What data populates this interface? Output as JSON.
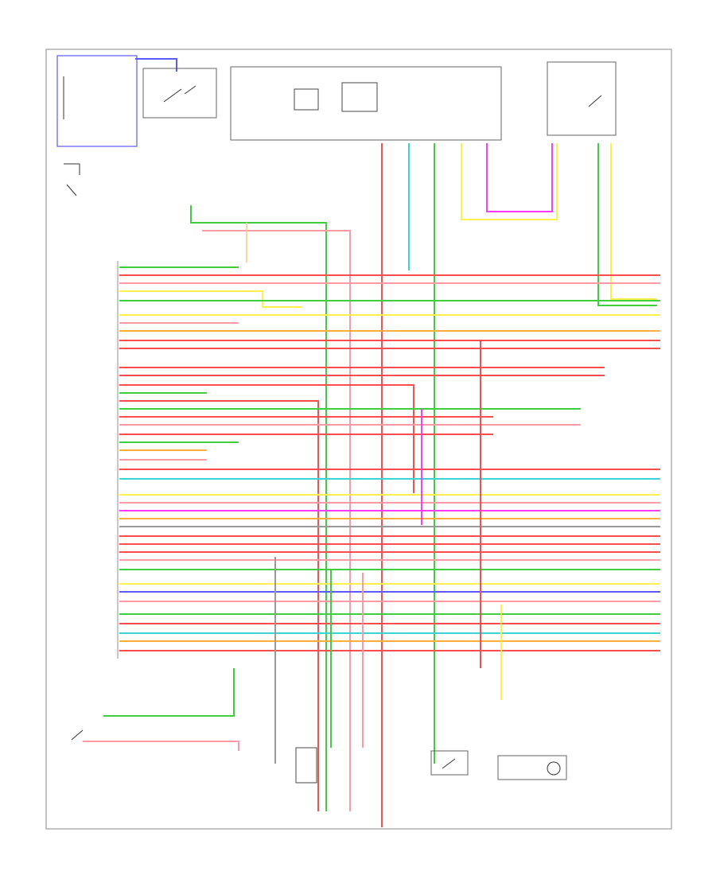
{
  "diagram": {
    "frame_label": "",
    "page_number": "",
    "colors": {
      "green": "#3ecf3e",
      "red": "#ff4d4d",
      "pink": "#ff9aa2",
      "yellow": "#ffef4a",
      "orange": "#ffae3a",
      "magenta": "#ff3bff",
      "cyan": "#3ad4d4",
      "blue": "#5a5aff",
      "gray": "#9a9a9a",
      "black": "#333333",
      "tan": "#ffd2a0"
    },
    "components": [
      {
        "id": "hot-at-all-times-fuse",
        "label": ""
      },
      {
        "id": "ignition-switch",
        "label": ""
      },
      {
        "id": "hot-in-run-fuses",
        "label": ""
      },
      {
        "id": "power-relay",
        "label": ""
      },
      {
        "id": "pcm-connector-left",
        "label": ""
      },
      {
        "id": "brake-pressure-switch",
        "label": ""
      },
      {
        "id": "ground-left",
        "label": ""
      },
      {
        "id": "ground-center",
        "label": ""
      },
      {
        "id": "fuel-pump-relay",
        "label": ""
      },
      {
        "id": "fuel-pump-motor",
        "label": ""
      },
      {
        "id": "shift-solenoid",
        "label": ""
      },
      {
        "id": "data-link-connector",
        "label": ""
      }
    ],
    "pcm_pins_left": [
      {
        "pin": "",
        "circuit": ""
      },
      {
        "pin": "",
        "circuit": ""
      },
      {
        "pin": "",
        "circuit": ""
      }
    ]
  }
}
